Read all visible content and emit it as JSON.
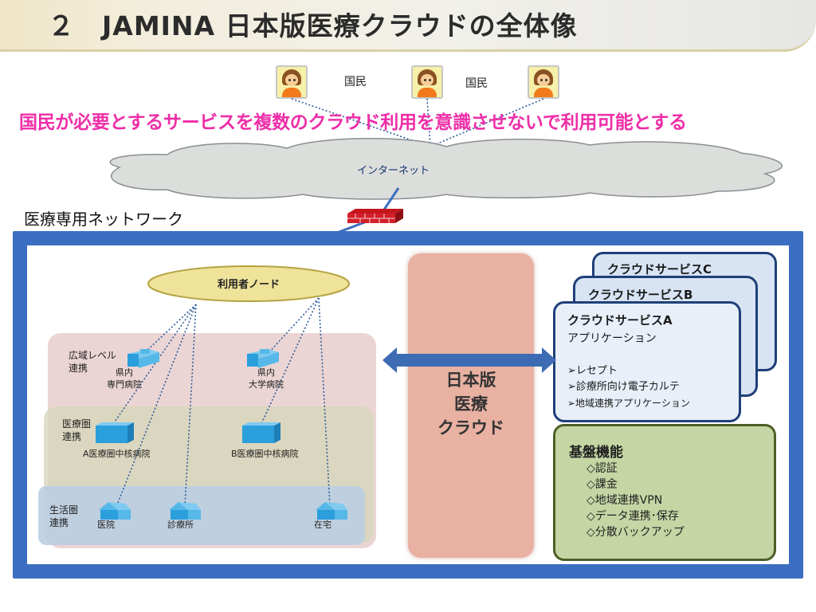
{
  "title": "２　JAMINA 日本版医療クラウドの全体像",
  "citizens": {
    "label_1": "国民",
    "label_2": "国民"
  },
  "slogan": "国民が必要とするサービスを複数のクラウド利用を意識させないで利用可能とする",
  "internet": "インターネット",
  "private_network_label": "医療専用ネットワーク",
  "user_node": "利用者ノード",
  "tiers": {
    "wide_area": [
      "広域レベル",
      "連携"
    ],
    "medical_area": [
      "医療圏",
      "連携"
    ],
    "living_area": [
      "生活圏",
      "連携"
    ]
  },
  "facilities": {
    "pref_specialty": [
      "県内",
      "専門病院"
    ],
    "pref_university": [
      "県内",
      "大学病院"
    ],
    "a_core": "A医療圏中核病院",
    "b_core": "B医療圏中核病院",
    "hospital": "医院",
    "clinic": "診療所",
    "home": "在宅"
  },
  "center_cloud": [
    "日本版",
    "医療",
    "クラウド"
  ],
  "cloud_services": {
    "c_title": "クラウドサービスC",
    "b_title": "クラウドサービスB",
    "a_title": "クラウドサービスA",
    "a_subtitle": "アプリケーション",
    "a_apps": [
      "➢レセプト",
      "➢診療所向け電子カルテ",
      "➢地域連携アプリケーション"
    ]
  },
  "base_functions": {
    "title": "基盤機能",
    "items": [
      "◇認証",
      "◇課金",
      "◇地域連携VPN",
      "◇データ連携･保存",
      "◇分散バックアップ"
    ]
  },
  "colors": {
    "slogan": "#ee2ea8",
    "frame": "#3b6ec0",
    "center_cloud": "#e8b1a2",
    "service_border": "#1f3f78",
    "base_fill": "#c5d6a4",
    "node_fill": "#efe39a"
  },
  "icons": [
    "person-icon",
    "cloud-icon",
    "firewall-icon",
    "building-icon",
    "house-icon",
    "double-arrow-icon"
  ]
}
